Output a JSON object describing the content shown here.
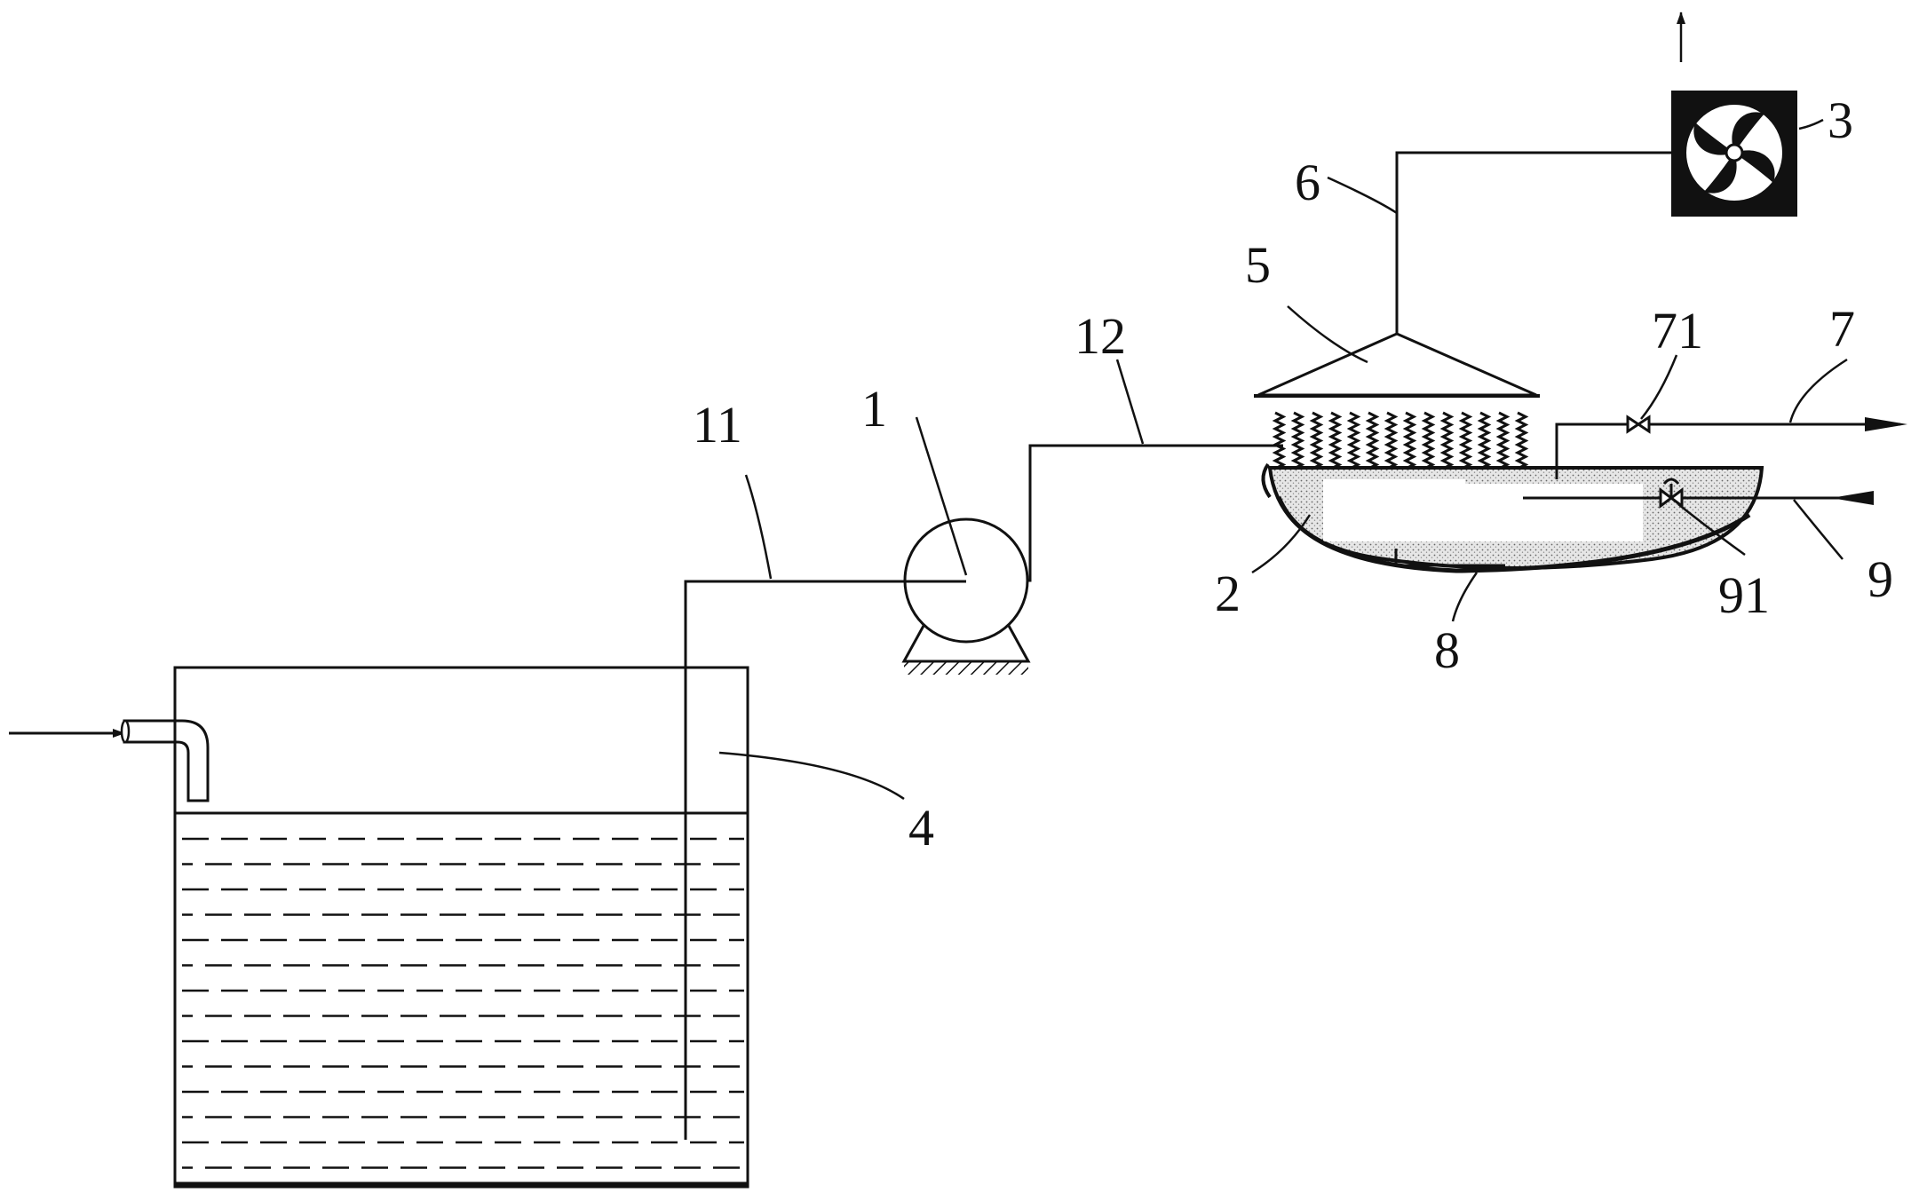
{
  "labels": {
    "pump": "1",
    "evaporator": "2",
    "fan": "3",
    "tank": "4",
    "hood": "5",
    "duct": "6",
    "outlet_pipe": "7",
    "drain_pipe": "8",
    "inlet_pipe": "9",
    "suction_pipe": "11",
    "delivery_pipe": "12",
    "outlet_valve": "71",
    "inlet_valve": "91"
  },
  "colors": {
    "line": "#111111",
    "fan_box": "#111111",
    "fan_blade": "#ffffff",
    "hatch_fill": "#d9d9d9"
  }
}
